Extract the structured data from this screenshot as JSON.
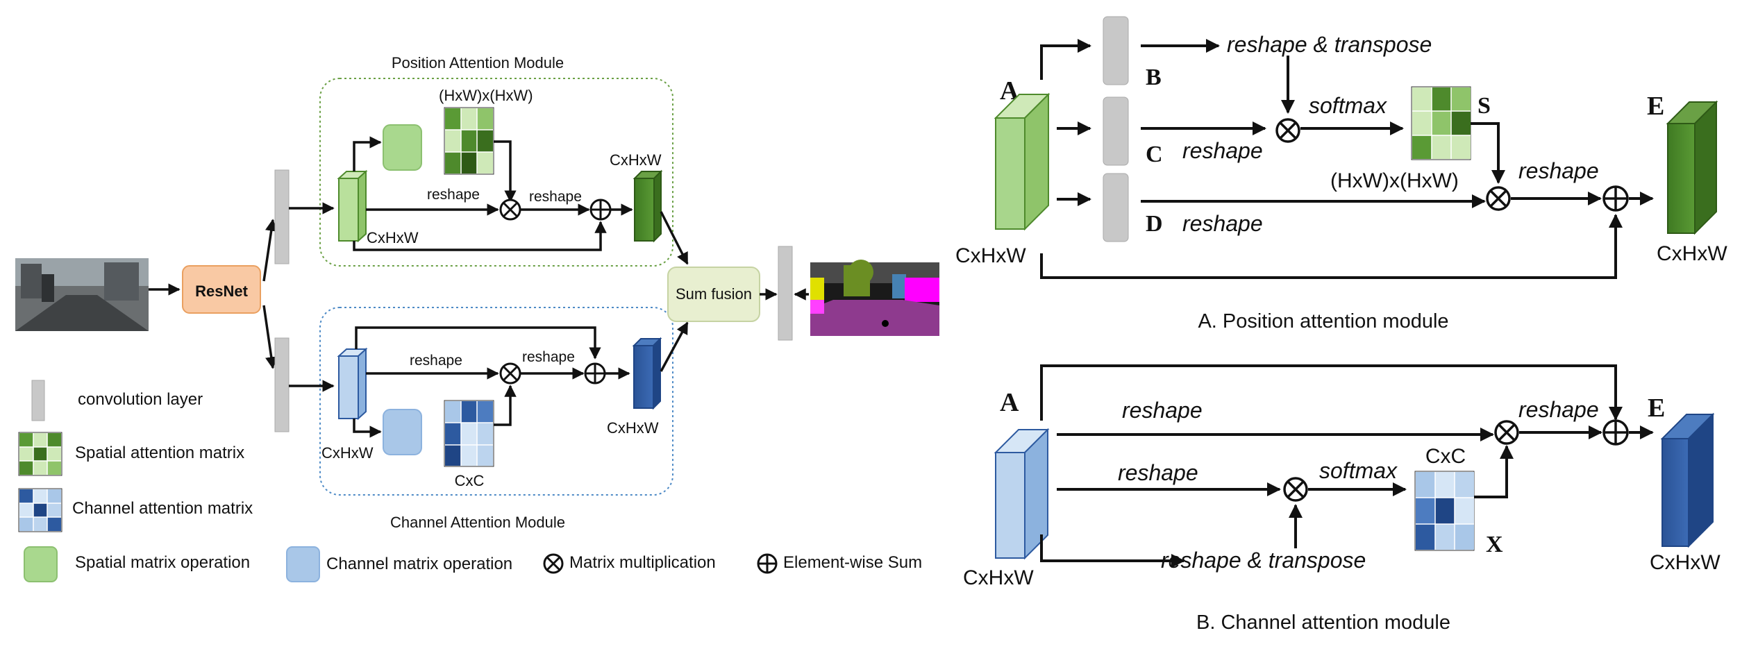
{
  "overview": {
    "resnet": "ResNet",
    "sum_fusion": "Sum fusion",
    "pam_title": "Position Attention Module",
    "cam_title": "Channel Attention Module",
    "pam_matrix_dim": "(HxW)x(HxW)",
    "pam_reshape_1": "reshape",
    "pam_reshape_2": "reshape",
    "pam_input_dim": "CxHxW",
    "pam_output_dim": "CxHxW",
    "cam_reshape_1": "reshape",
    "cam_reshape_2": "reshape",
    "cam_input_dim": "CxHxW",
    "cam_output_dim": "CxHxW",
    "cam_matrix_dim": "CxC"
  },
  "legend": {
    "conv": "convolution layer",
    "spatial_matrix": "Spatial attention matrix",
    "channel_matrix": "Channel attention matrix",
    "spatial_op": "Spatial matrix operation",
    "channel_op": "Channel matrix operation",
    "matmul": "Matrix multiplication",
    "elem_sum": "Element-wise Sum"
  },
  "position_module": {
    "input_letter": "A",
    "input_dim": "CxHxW",
    "b_letter": "B",
    "c_letter": "C",
    "d_letter": "D",
    "reshape_transpose": "reshape & transpose",
    "reshape_c": "reshape",
    "reshape_d": "reshape",
    "softmax": "softmax",
    "s_letter": "S",
    "matrix_dim": "(HxW)x(HxW)",
    "reshape_out": "reshape",
    "output_letter": "E",
    "output_dim": "CxHxW",
    "caption": "A. Position attention module"
  },
  "channel_module": {
    "input_letter": "A",
    "input_dim": "CxHxW",
    "reshape_top": "reshape",
    "reshape_mid": "reshape",
    "reshape_transpose": "reshape & transpose",
    "softmax": "softmax",
    "matrix_dim": "CxC",
    "x_letter": "X",
    "reshape_out": "reshape",
    "output_letter": "E",
    "output_dim": "CxHxW",
    "caption": "B. Channel attention module"
  },
  "colors": {
    "green_dark": "#4e8a2c",
    "green_light": "#a9d88e",
    "blue_dark": "#2d5aa0",
    "blue_light": "#a9c7e8",
    "resnet_fill": "#f9c9a4",
    "fusion_fill": "#e8efd0",
    "conv_gray": "#c8c8c8"
  }
}
